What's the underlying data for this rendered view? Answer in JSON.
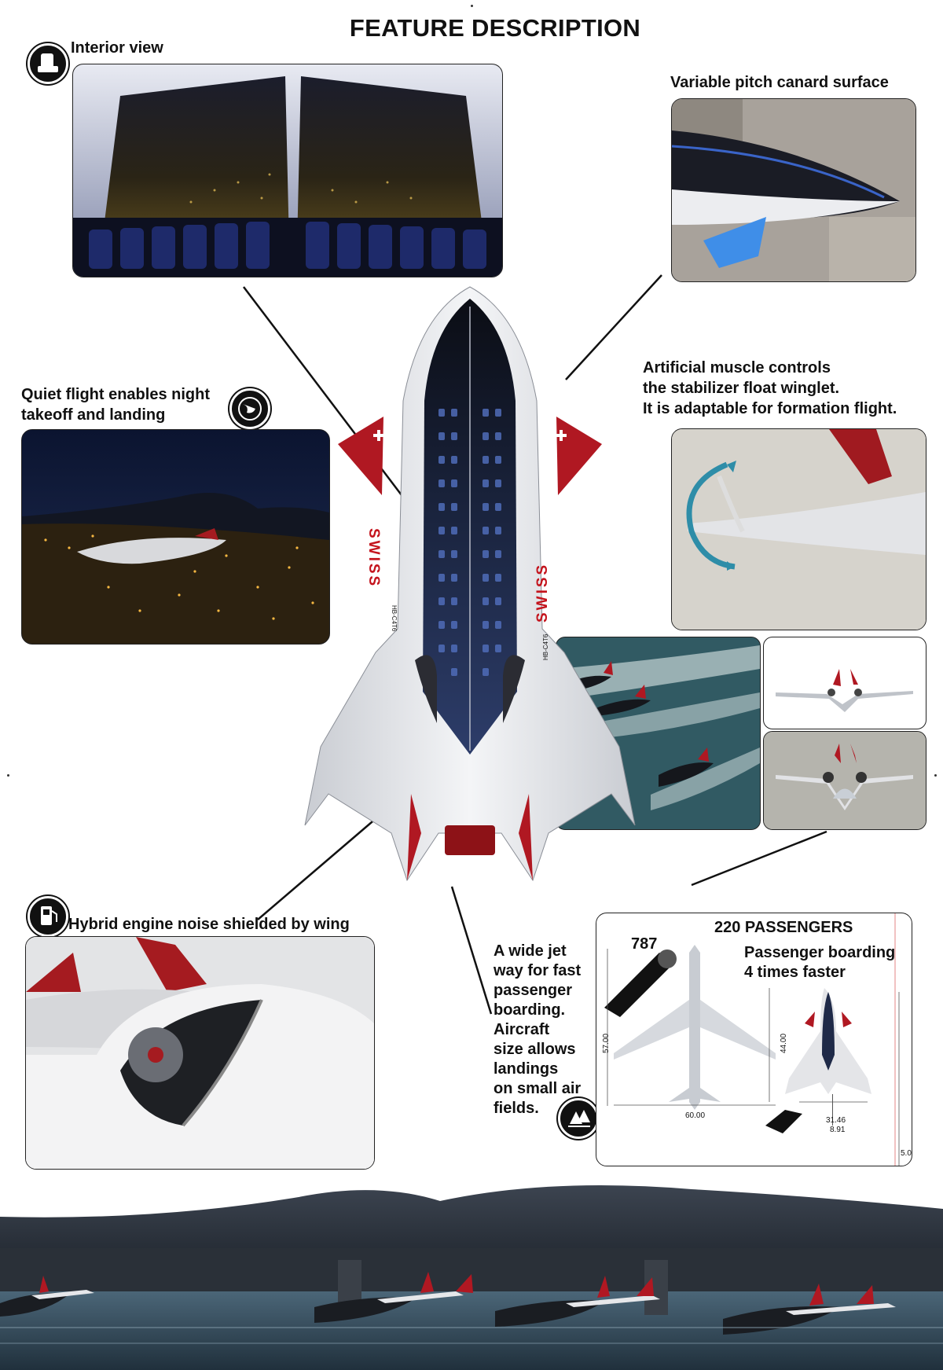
{
  "title": "FEATURE DESCRIPTION",
  "captions": {
    "interior": "Interior view",
    "canard": "Variable pitch canard surface",
    "night_line1": "Quiet flight enables night",
    "night_line2": "takeoff and landing",
    "muscle_line1": "Artificial muscle controls",
    "muscle_line2": "the stabilizer float winglet.",
    "muscle_line3": "It is adaptable for formation flight.",
    "engine": "Hybrid engine noise shielded by wing",
    "jetway_lines": [
      "A wide jet",
      "way for fast",
      "passenger",
      "boarding.",
      "Aircraft",
      "size allows",
      "landings",
      "on small air",
      "fields."
    ]
  },
  "aircraft": {
    "livery": "SWISS",
    "registration": "HB-C4T6"
  },
  "comparison": {
    "heading": "220 PASSENGERS",
    "model": "787",
    "boarding_line1": "Passenger boarding",
    "boarding_line2": "4 times faster",
    "dim_787_span": "60.00",
    "dim_787_length": "57.00",
    "dim_new_length": "44.00",
    "dim_new_span": "31.46",
    "dim_new_small": "8.91",
    "dim_edge": "5.0"
  },
  "icons": [
    "seat-icon",
    "globe-icon",
    "fuel-icon",
    "tree-icon"
  ],
  "colors": {
    "accent_red": "#b01822",
    "panel_border": "#222222",
    "fuselage": "#e8e9ec"
  }
}
